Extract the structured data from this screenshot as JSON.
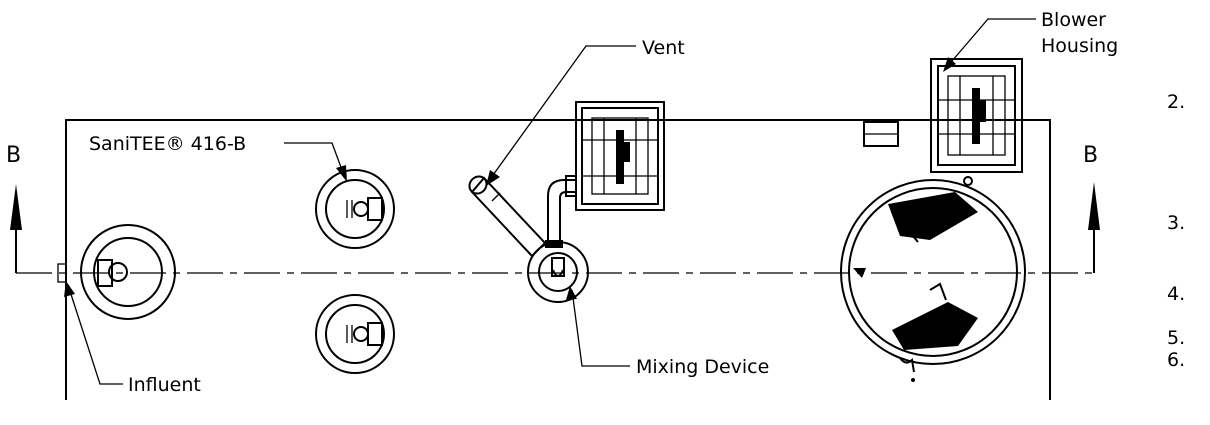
{
  "labels": {
    "section_left": "B",
    "section_right": "B",
    "sanitee": "SaniTEE® 416-B",
    "vent": "Vent",
    "blower_line1": "Blower",
    "blower_line2": "Housing",
    "mixing_device": "Mixing Device",
    "influent": "Influent"
  },
  "notes": [
    "2.",
    "3.",
    "4.",
    "5.",
    "6."
  ]
}
